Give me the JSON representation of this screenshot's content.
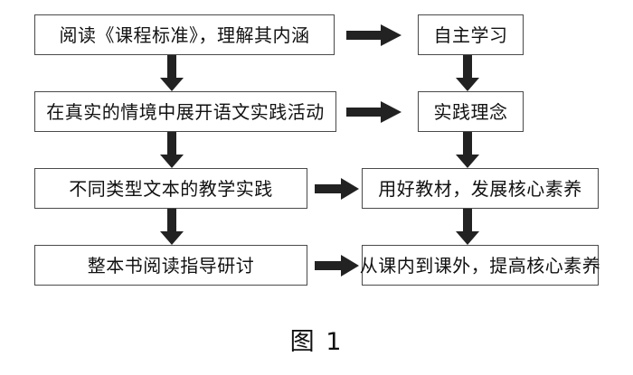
{
  "figure": {
    "caption": "图 1",
    "colors": {
      "box_border": "#4a4a4a",
      "arrow_fill": "#222222",
      "background": "#ffffff",
      "text": "#111111"
    },
    "nodes": {
      "r1c1": "阅读《课程标准》，理解其内涵",
      "r1c2": "自主学习",
      "r2c1": "在真实的情境中展开语文实践活动",
      "r2c2": "实践理念",
      "r3c1": "不同类型文本的教学实践",
      "r3c2": "用好教材，发展核心素养",
      "r4c1": "整本书阅读指导研讨",
      "r4c2": "从课内到课外，提高核心素养"
    },
    "edges": [
      {
        "id": "e-r1c1-to-r1c2",
        "from": "r1c1",
        "to": "r1c2",
        "direction": "right"
      },
      {
        "id": "e-r1c1-to-r2c1",
        "from": "r1c1",
        "to": "r2c1",
        "direction": "down"
      },
      {
        "id": "e-r1c2-to-r2c2",
        "from": "r1c2",
        "to": "r2c2",
        "direction": "down"
      },
      {
        "id": "e-r2c1-to-r2c2",
        "from": "r2c1",
        "to": "r2c2",
        "direction": "right"
      },
      {
        "id": "e-r2c1-to-r3c1",
        "from": "r2c1",
        "to": "r3c1",
        "direction": "down"
      },
      {
        "id": "e-r2c2-to-r3c2",
        "from": "r2c2",
        "to": "r3c2",
        "direction": "down"
      },
      {
        "id": "e-r3c1-to-r3c2",
        "from": "r3c1",
        "to": "r3c2",
        "direction": "right"
      },
      {
        "id": "e-r3c1-to-r4c1",
        "from": "r3c1",
        "to": "r4c1",
        "direction": "down"
      },
      {
        "id": "e-r3c2-to-r4c2",
        "from": "r3c2",
        "to": "r4c2",
        "direction": "down"
      },
      {
        "id": "e-r4c1-to-r4c2",
        "from": "r4c1",
        "to": "r4c2",
        "direction": "right"
      }
    ]
  }
}
